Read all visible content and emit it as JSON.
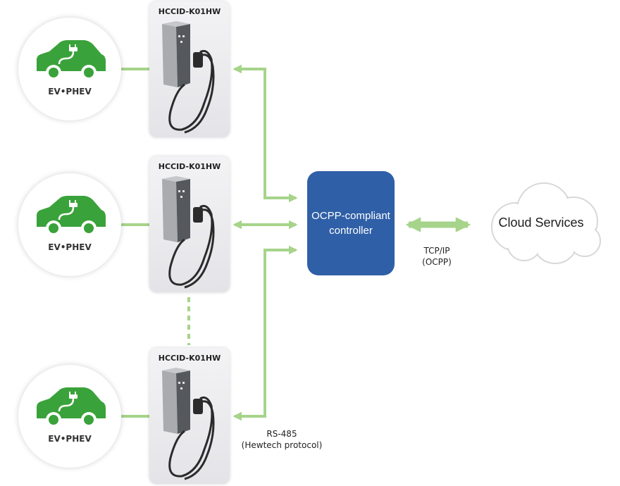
{
  "ev_label": "EV•PHEV",
  "charger_label": "HCCID-K01HW",
  "controller": {
    "line1": "OCPP-compliant",
    "line2": "controller"
  },
  "protocol_cloud": {
    "line1": "TCP/IP",
    "line2": "(OCPP)"
  },
  "protocol_rs485": {
    "line1": "RS-485",
    "line2": "(Hewtech protocol)"
  },
  "cloud_label": "Cloud Services",
  "colors": {
    "link_green": "#a6d48a",
    "car_green": "#3aa23a",
    "controller_blue": "#2f5fa7"
  },
  "icons": {
    "ev": "electric-car-icon",
    "charger": "wall-charger-icon",
    "cloud": "cloud-icon"
  }
}
